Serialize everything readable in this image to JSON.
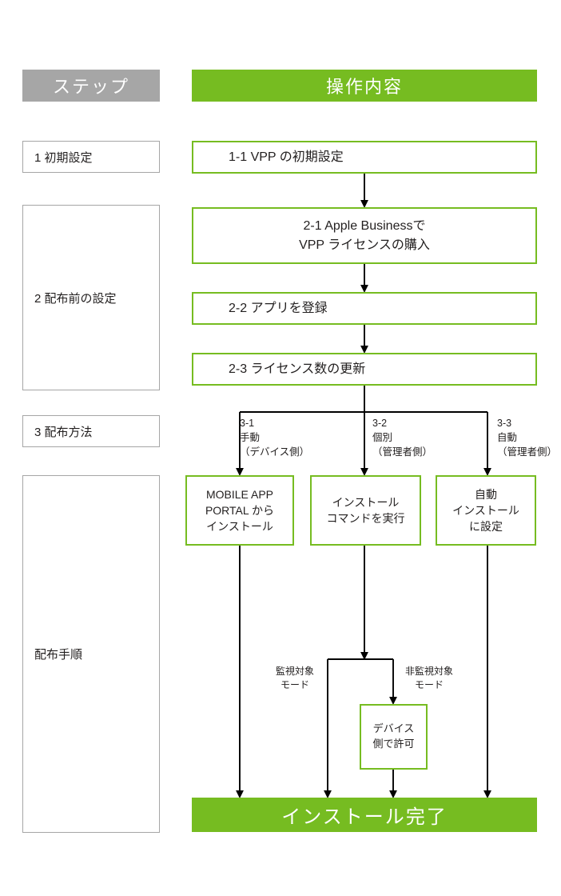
{
  "headers": {
    "step": "ステップ",
    "operation": "操作内容",
    "step_bg": "#a6a6a6",
    "operation_bg": "#76bc21"
  },
  "step_column": [
    {
      "id": "step-1",
      "label": "1 初期設定"
    },
    {
      "id": "step-2",
      "label": "2 配布前の設定"
    },
    {
      "id": "step-3",
      "label": "3 配布方法"
    },
    {
      "id": "step-4",
      "label": "配布手順"
    }
  ],
  "flow": {
    "b11": "1-1 VPP の初期設定",
    "b21": "2-1 Apple Businessで\nVPP ライセンスの購入",
    "b22": "2-2 アプリを登録",
    "b23": "2-3 ライセンス数の更新",
    "b31": "MOBILE APP\nPORTAL から\nインストール",
    "b32": "インストール\nコマンドを実行",
    "b33": "自動\nインストール\nに設定",
    "device_allow": "デバイス\n側で許可",
    "final": "インストール完了"
  },
  "branch_labels": {
    "l31": "3-1\n手動\n（デバイス側）",
    "l32": "3-2\n個別\n（管理者側）",
    "l33": "3-3\n自動\n（管理者側）"
  },
  "mode_labels": {
    "supervised": "監視対象\nモード",
    "unsupervised": "非監視対象\nモード"
  },
  "colors": {
    "green": "#76bc21",
    "grey": "#a6a6a6",
    "line": "#000000",
    "text": "#221f1f"
  },
  "chart_data": {
    "type": "diagram",
    "title": "VPP アプリ配布フロー",
    "nodes": [
      {
        "id": "1-1",
        "label": "1-1 VPP の初期設定",
        "step": "1 初期設定"
      },
      {
        "id": "2-1",
        "label": "2-1 Apple Businessで VPP ライセンスの購入",
        "step": "2 配布前の設定"
      },
      {
        "id": "2-2",
        "label": "2-2 アプリを登録",
        "step": "2 配布前の設定"
      },
      {
        "id": "2-3",
        "label": "2-3 ライセンス数の更新",
        "step": "2 配布前の設定"
      },
      {
        "id": "3-1",
        "label": "MOBILE APP PORTAL から インストール",
        "step": "3 配布方法",
        "mode": "手動（デバイス側）"
      },
      {
        "id": "3-2",
        "label": "インストール コマンドを実行",
        "step": "3 配布方法",
        "mode": "個別（管理者側）"
      },
      {
        "id": "3-3",
        "label": "自動 インストール に設定",
        "step": "3 配布方法",
        "mode": "自動（管理者側）"
      },
      {
        "id": "dev",
        "label": "デバイス 側で許可",
        "step": "配布手順",
        "mode": "非監視対象モード"
      },
      {
        "id": "end",
        "label": "インストール完了",
        "step": "配布手順"
      }
    ],
    "edges": [
      {
        "from": "1-1",
        "to": "2-1"
      },
      {
        "from": "2-1",
        "to": "2-2"
      },
      {
        "from": "2-2",
        "to": "2-3"
      },
      {
        "from": "2-3",
        "to": "3-1",
        "label": "3-1 手動（デバイス側）"
      },
      {
        "from": "2-3",
        "to": "3-2",
        "label": "3-2 個別（管理者側）"
      },
      {
        "from": "2-3",
        "to": "3-3",
        "label": "3-3 自動（管理者側）"
      },
      {
        "from": "3-1",
        "to": "end"
      },
      {
        "from": "3-2",
        "to": "end",
        "label": "監視対象モード"
      },
      {
        "from": "3-2",
        "to": "dev",
        "label": "非監視対象モード"
      },
      {
        "from": "dev",
        "to": "end"
      },
      {
        "from": "3-3",
        "to": "end"
      }
    ]
  }
}
